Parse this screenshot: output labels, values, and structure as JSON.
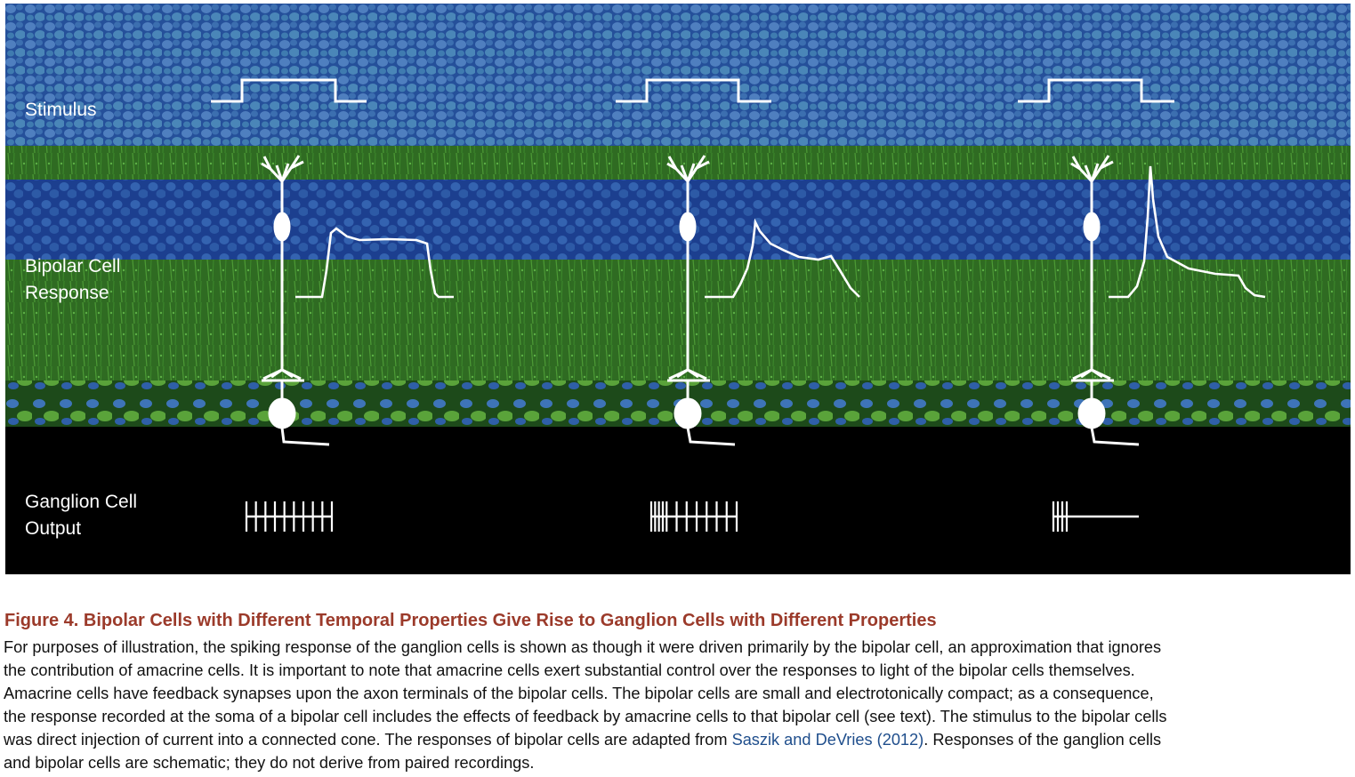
{
  "figure": {
    "row_labels": {
      "stimulus": "Stimulus",
      "bipolar_line1": "Bipolar Cell",
      "bipolar_line2": "Response",
      "ganglion_line1": "Ganglion Cell",
      "ganglion_line2": "Output"
    },
    "panels": [
      {
        "id": "sustained",
        "ganglion_spike_count": 10
      },
      {
        "id": "intermediate",
        "ganglion_spike_count": 12
      },
      {
        "id": "transient",
        "ganglion_spike_count": 4
      }
    ],
    "colors": {
      "background_black": "#000000",
      "nuclear_blue": "#2f5fa8",
      "plexiform_green": "#3f8a2a",
      "trace_white": "#ffffff",
      "caption_title": "#9b3a2a",
      "citation_link": "#1f4e8c"
    }
  },
  "caption": {
    "title": "Figure 4.  Bipolar Cells with Different Temporal Properties Give Rise to Ganglion Cells with Different Properties",
    "line1": "For purposes of illustration, the spiking response of the ganglion cells is shown as though it were driven primarily by the bipolar cell, an approximation that ignores",
    "line2": "the contribution of amacrine cells. It is important to note that amacrine cells exert substantial control over the responses to light of the bipolar cells themselves.",
    "line3": "Amacrine cells have feedback synapses upon the axon terminals of the bipolar cells. The bipolar cells are small and electrotonically compact; as a consequence,",
    "line4": "the response recorded at the soma of a bipolar cell includes the effects of feedback by amacrine cells to that bipolar cell (see text). The stimulus to the bipolar cells",
    "line5_pre": "was direct injection of current into a connected cone. The responses of bipolar cells are adapted from ",
    "line5_link": "Saszik and DeVries (2012)",
    "line5_post": ". Responses of the ganglion cells",
    "line6": "and bipolar cells are schematic; they do not derive from paired recordings."
  }
}
